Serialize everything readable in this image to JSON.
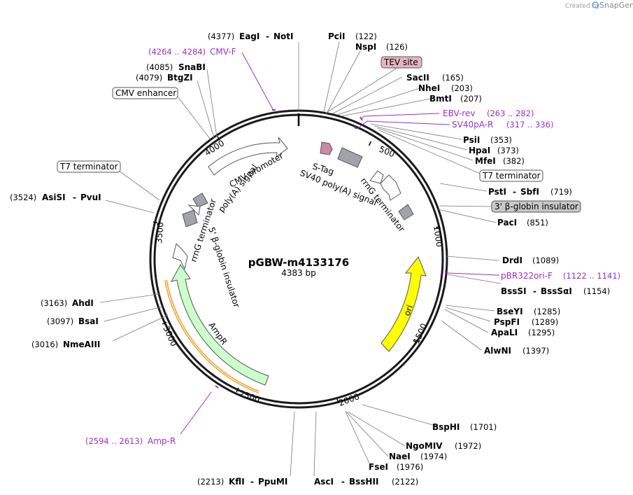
{
  "credit": {
    "prefix": "Created by",
    "brand": "SnapGene"
  },
  "title": "pGBW-m4133176",
  "length_label": "4383 bp",
  "ticks": [
    "500",
    "1000",
    "1500",
    "2000",
    "2500",
    "3000",
    "3500",
    "4000"
  ],
  "sites": [
    {
      "pos": "(4377)",
      "name": "EagI",
      "name2": "NotI"
    },
    {
      "pos": "(122)",
      "name": "PciI"
    },
    {
      "pos": "(126)",
      "name": "NspI"
    },
    {
      "pos": "(165)",
      "name": "SacII"
    },
    {
      "pos": "(203)",
      "name": "NheI"
    },
    {
      "pos": "(207)",
      "name": "BmtI"
    },
    {
      "pos": "(353)",
      "name": "PsiI"
    },
    {
      "pos": "(373)",
      "name": "HpaI"
    },
    {
      "pos": "(382)",
      "name": "MfeI"
    },
    {
      "pos": "(719)",
      "name": "PstI",
      "name2": "SbfI"
    },
    {
      "pos": "(851)",
      "name": "PacI"
    },
    {
      "pos": "(1089)",
      "name": "DrdI"
    },
    {
      "pos": "(1154)",
      "name": "BssSI",
      "name2": "BssSαI"
    },
    {
      "pos": "(1285)",
      "name": "BseYI"
    },
    {
      "pos": "(1289)",
      "name": "PspFI"
    },
    {
      "pos": "(1295)",
      "name": "ApaLI"
    },
    {
      "pos": "(1397)",
      "name": "AlwNI"
    },
    {
      "pos": "(1701)",
      "name": "BspHI"
    },
    {
      "pos": "(1972)",
      "name": "NgoMIV"
    },
    {
      "pos": "(1974)",
      "name": "NaeI"
    },
    {
      "pos": "(1976)",
      "name": "FseI"
    },
    {
      "pos": "(2122)",
      "name": "AscI",
      "name2": "BssHII"
    },
    {
      "pos": "(2213)",
      "name": "KflI",
      "name2": "PpuMI"
    },
    {
      "pos": "(3016)",
      "name": "NmeAIII"
    },
    {
      "pos": "(3097)",
      "name": "BsaI"
    },
    {
      "pos": "(3163)",
      "name": "AhdI"
    },
    {
      "pos": "(3524)",
      "name": "AsiSI",
      "name2": "PvuI"
    },
    {
      "pos": "(4079)",
      "name": "BtgZI"
    },
    {
      "pos": "(4085)",
      "name": "SnaBI"
    }
  ],
  "primers": [
    {
      "name": "CMV-F",
      "range": "(4264 .. 4284)"
    },
    {
      "name": "EBV-rev",
      "range": "(263 .. 282)"
    },
    {
      "name": "SV40pA-R",
      "range": "(317 .. 336)"
    },
    {
      "name": "pBR322ori-F",
      "range": "(1122 .. 1141)"
    },
    {
      "name": "Amp-R",
      "range": "(2594 .. 2613)"
    }
  ],
  "callouts": [
    {
      "text": "CMV enhancer",
      "fill": "#ffffff"
    },
    {
      "text": "TEV site",
      "fill": "#e5b6c2"
    },
    {
      "text": "T7 terminator",
      "fill": "#ffffff"
    },
    {
      "text": "3' β-globin insulator",
      "fill": "#c8c8c8"
    },
    {
      "text": "T7 terminator",
      "fill": "#ffffff"
    }
  ],
  "features": [
    {
      "text": "CMV promoter",
      "color": "#ffffff"
    },
    {
      "text": "poly(A) signal",
      "color": "#ffffff"
    },
    {
      "text": "S-Tag",
      "color": "#c98aa4"
    },
    {
      "text": "SV40 poly(A) signal",
      "color": "#a0a4aa"
    },
    {
      "text": "rrnG terminator",
      "color": "#ffffff"
    },
    {
      "text": "ori",
      "color": "#ffff00"
    },
    {
      "text": "AmpR",
      "color": "#ccffcc"
    },
    {
      "text": "rrnG terminator",
      "color": "#ffffff"
    },
    {
      "text": "5' β-globin insulator",
      "color": "#a0a4aa"
    }
  ],
  "colors": {
    "backbone": "#1a1a1a",
    "primer": "#9b30c8",
    "ori": "#ffff00",
    "ampr": "#ccffcc",
    "amp_promoter": "#f0a030",
    "stag": "#c98aa4",
    "terminator_box": "#a0a4aa"
  }
}
